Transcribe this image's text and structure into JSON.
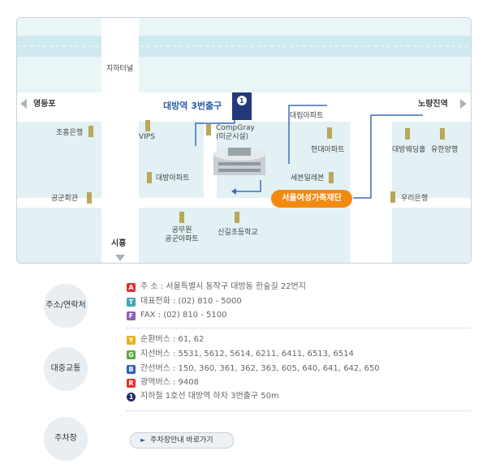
{
  "map": {
    "tunnel": "지하터널",
    "left_dir": "영등포",
    "right_dir": "노량진역",
    "bottom_dir": "시흥",
    "exit_label": "대방역 3번출구",
    "exit_num": "1",
    "callout": "서울여성가족재단",
    "buildings": {
      "chohung": "조흥은행",
      "gonggun": "공군회관",
      "vips": "VIPS",
      "compgray": "CompGray",
      "compgray_sub": "(미군시설)",
      "daerim": "대림아파트",
      "hyundai": "현대아파트",
      "daebang_apt": "대방아파트",
      "seven": "세븐일레븐",
      "daebang_wedding": "대방웨딩홀",
      "yuhan": "유한양행",
      "woori": "우리은행",
      "gongmuwon": "공무원",
      "gongmuwon_sub": "공군아파트",
      "singil": "신길초등학교"
    }
  },
  "info": {
    "address": {
      "title": "주소/연락처",
      "items": [
        {
          "badge": "A",
          "color": "#e0312c",
          "text": "주 소 : 서울특별시 동작구 대방동 한숲길 22번지"
        },
        {
          "badge": "T",
          "color": "#3fa8b8",
          "text": "대표전화 : (02) 810 - 5000"
        },
        {
          "badge": "F",
          "color": "#8b5fb0",
          "text": "FAX : (02) 810 - 5100"
        }
      ]
    },
    "transit": {
      "title": "대중교통",
      "items": [
        {
          "badge": "Y",
          "color": "#e8b21c",
          "text": "순환버스 : 61, 62"
        },
        {
          "badge": "G",
          "color": "#5aab3c",
          "text": "지선버스 : 5531, 5612, 5614, 6211, 6411, 6513, 6514"
        },
        {
          "badge": "B",
          "color": "#2f64b5",
          "text": "간선버스 : 150, 360, 361, 362, 363, 605, 640, 641, 642, 650"
        },
        {
          "badge": "R",
          "color": "#e0312c",
          "text": "광역버스 : 9408"
        },
        {
          "badge": "1",
          "color": "#1a2f6e",
          "text": "지하철 1호선 대방역 하차 3번출구 50m"
        }
      ]
    },
    "parking": {
      "title": "주차장",
      "button": "주차장안내 바로가기"
    }
  }
}
